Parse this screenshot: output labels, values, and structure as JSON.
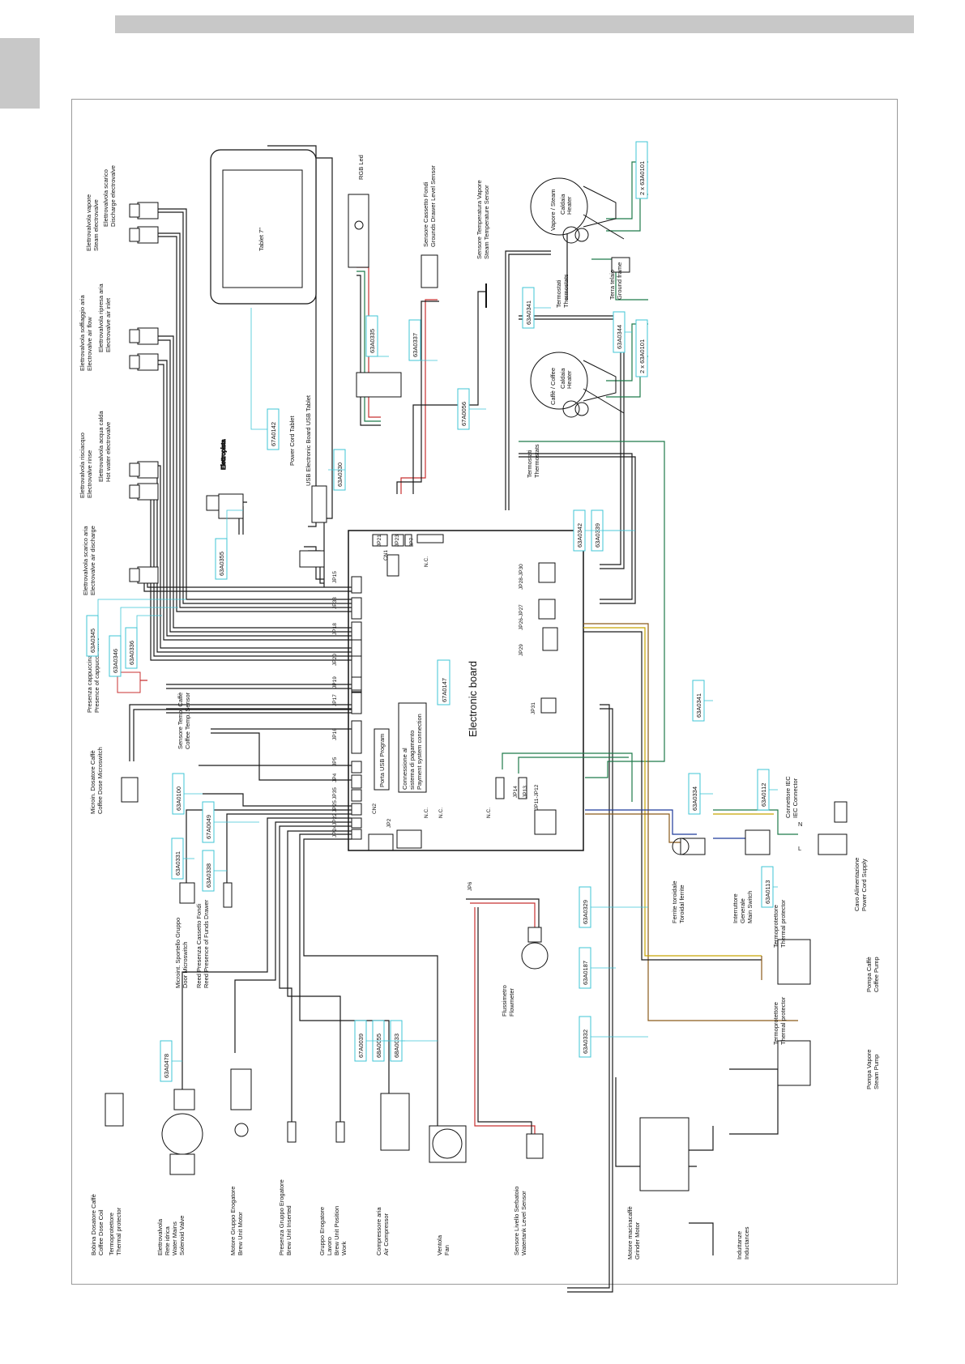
{
  "board": {
    "title": "Electronic board",
    "code": "67A0147",
    "porta_usb": "Porta USB Program",
    "payment": [
      "Connessione al",
      "sistema di pagamento",
      "Payment system connection"
    ],
    "cn1": "CN1",
    "cn2": "CN2",
    "connectors": [
      "JP15",
      "JP33",
      "JP18",
      "JP20",
      "JP19",
      "JP17",
      "JP16",
      "JP5",
      "JP4",
      "JP35",
      "JP25",
      "JP22",
      "JP24",
      "JP21",
      "JP23",
      "JP7",
      "JP28-JP30",
      "JP26-JP27",
      "JP29",
      "JP31",
      "JP14",
      "JP13",
      "JP11-JP12",
      "JP2",
      "JP6"
    ],
    "nc": "N.C."
  },
  "top_components": [
    {
      "it": "Elettrovalvola vapore",
      "en": "Steam electrovalve"
    },
    {
      "it": "Elettrovalvola scarico",
      "en": "Discharge electrovalve"
    },
    {
      "it": "Elettrovalvola soffiaggio aria",
      "en": "Electrovalve air flow"
    },
    {
      "it": "Elettrovalvola ripresa aria",
      "en": "Electrovalve air inlet"
    },
    {
      "it": "Elettrovalvola risciacquo",
      "en": "Electrovalve rinse"
    },
    {
      "it": "Elettrovalvola acqua calda",
      "en": "Hot water electrovalve"
    },
    {
      "it": "Elettrovalvola scarico aria",
      "en": "Electrovalve air discharge"
    }
  ],
  "labels": {
    "tablet": "Tablet 7\"",
    "rgb_led": "RGB Led",
    "power_cord_tablet": "Power Cord Tablet",
    "usb_tablet": "USB Electronic Board USB Tablet",
    "elettropista": "Elettropista",
    "drawer_sensor_it": "Sensore Cassetto Fondi",
    "drawer_sensor_en": "Grounds Drawer Level Sensor",
    "temp_vapore_it": "Sensore Temperatura Vapore",
    "temp_vapore_en": "Steam Temperature Sensor",
    "presenza_cap_it": "Presenza cappuccinatore",
    "presenza_cap_en": "Presence of cappuccinatore",
    "temp_caffe_it": "Sensore  Temp. Caffè",
    "temp_caffe_en": "Coffee Temp. Sensor",
    "micro_dose_it": "Microin. Dosatore Caffè",
    "micro_dose_en": "Coffee Dose Microswitch",
    "micro_door_it": "Microint. Sportello Gruppo",
    "micro_door_en": "Door Microswitch",
    "reed_it": "Reed Presenza Cassetto Fondi",
    "reed_en": "Reed Presence of Funds Drawer",
    "bobina_it": "Bobina Dosatore Caffè",
    "bobina_en": "Coffee Dose Coil",
    "termo_it": "Termoprotettore",
    "termo_en": "Thermal protector",
    "elettrovalvola_rete": [
      "Elettrovalvola",
      "Rete idrica",
      "Water Mains",
      "Solenoid Valve"
    ],
    "motore_gruppo": [
      "Motore Gruppo Erogatore",
      "Brew Unit Motor"
    ],
    "presenza_gruppo": [
      "Presenza Gruppo Erogatore",
      "Brew Unit Inserted"
    ],
    "gruppo_lavoro": [
      "Gruppo Erogatore",
      "Lavoro",
      "Brew Unit Position",
      "Work"
    ],
    "compressore": [
      "Compressore aria",
      "Air Compressor"
    ],
    "ventola": [
      "Ventola",
      "Fan"
    ],
    "serbatoio": [
      "Sensore Livello Serbatoio",
      "Watertank Level Sensor"
    ],
    "flussimetro": [
      "Flussimetro",
      "Flowmeter"
    ],
    "macinacaffe": [
      "Motore macinacaffè",
      "Grinder Motor"
    ],
    "induttanze": [
      "Induttanze",
      "Inductances"
    ],
    "pompa_vapore": [
      "Pompa Vapore",
      "Steam Pump"
    ],
    "pompa_caffe": [
      "Pompa Caffè",
      "Coffee Pump"
    ],
    "ferrite": [
      "Ferrite toroidale",
      "Toroidal ferrite"
    ],
    "interruttore": [
      "Interruttore",
      "Generale",
      "Main Switch"
    ],
    "cavo_alim": [
      "Cavo Alimentazione",
      "Power Cord Supply"
    ],
    "iec": [
      "Connettore IEC",
      "IEC Connector"
    ],
    "caldaia_vapore": [
      "Vapore / Steam",
      "Caldaia",
      "Heater"
    ],
    "caldaia_caffe": [
      "Caffè / Coffee",
      "Caldaia",
      "Heater"
    ],
    "termostati": [
      "Termostati",
      "Thermostats"
    ],
    "terra": [
      "Terra telaio",
      "Ground frame"
    ],
    "L": "L",
    "N": "N"
  },
  "codes": [
    "63A0345",
    "63A0346",
    "63A0336",
    "63A0355",
    "67A0142",
    "63A0330",
    "63A0335",
    "63A0337",
    "67A0056",
    "63A0341",
    "63A0344",
    "2 x 63A0101",
    "2 x 63A0101",
    "63A0342",
    "63A0339",
    "63A0341",
    "63A0334",
    "63A0112",
    "63A0113",
    "63A0329",
    "63A0187",
    "63A0332",
    "63A0100",
    "67A0049",
    "63A0331",
    "63A0338",
    "63A0478",
    "67A0039",
    "68A0055",
    "68A0033"
  ],
  "colors": {
    "leader": "#3fc5d6",
    "wire_black": "#1a1a1a",
    "wire_red": "#c83030",
    "wire_green": "#1e7a4a",
    "wire_brown": "#8a5a1a",
    "wire_yellow": "#c8a400",
    "wire_blue": "#1f3a9a"
  }
}
